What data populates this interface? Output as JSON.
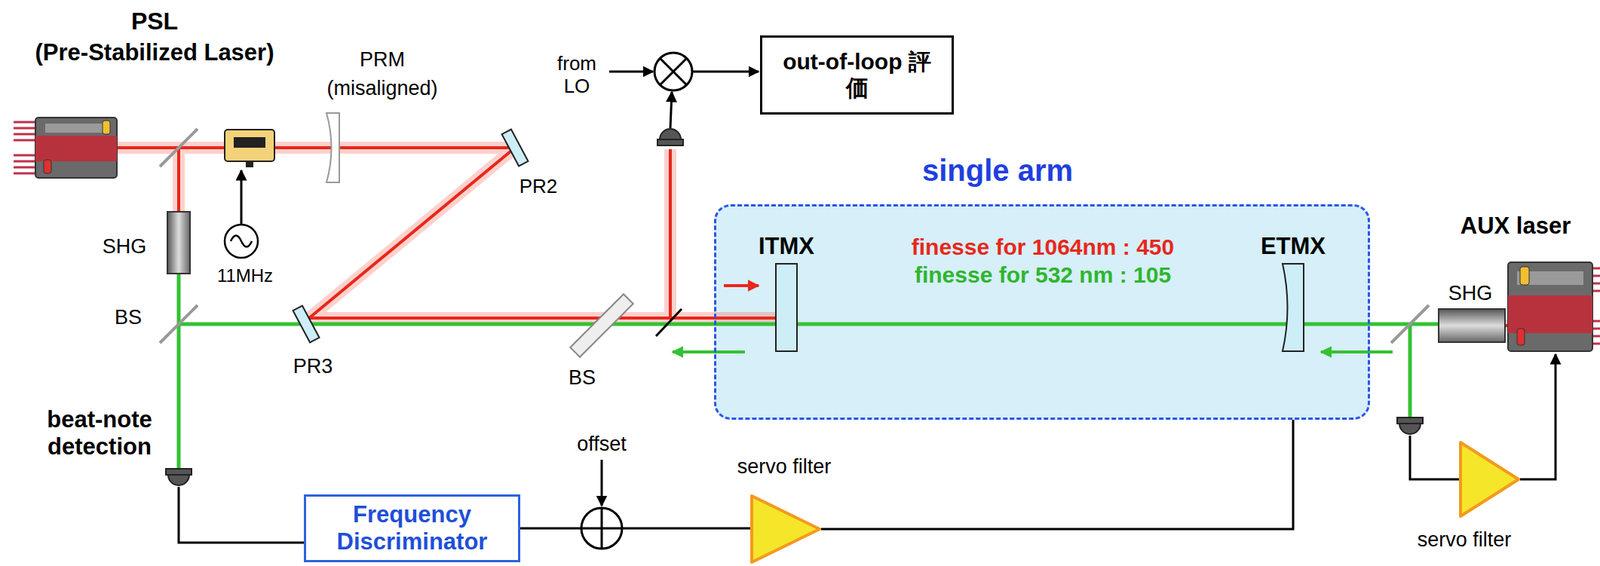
{
  "diagram": {
    "nodes": [
      {
        "text": [
          "single arm",
          "finesse for 1064nm : 450",
          "finesse for 532 nm : 105"
        ]
      },
      {
        "text": [
          "ITMX"
        ],
        "in": 0
      },
      {
        "text": [
          "ETMX"
        ],
        "in": 0
      },
      {
        "text": [
          "out-of-loop 評価"
        ]
      },
      {
        "text": [
          "Frequency Discriminator"
        ]
      },
      {
        "text": [
          "servo filter"
        ]
      },
      {
        "text": [
          "servo filter"
        ]
      }
    ],
    "edges": [
      {
        "from": 4,
        "to": 5,
        "arrow": "none"
      },
      {
        "from": 5,
        "to": 2,
        "arrow": "to"
      }
    ],
    "labels": [
      "PSL",
      "(Pre-Stabilized Laser)",
      "PRM",
      "(misaligned)",
      "from LO",
      "PR2",
      "11MHz",
      "SHG",
      "BS",
      "PR3",
      "BS",
      "AUX laser",
      "SHG",
      "beat-note detection",
      "offset"
    ]
  }
}
